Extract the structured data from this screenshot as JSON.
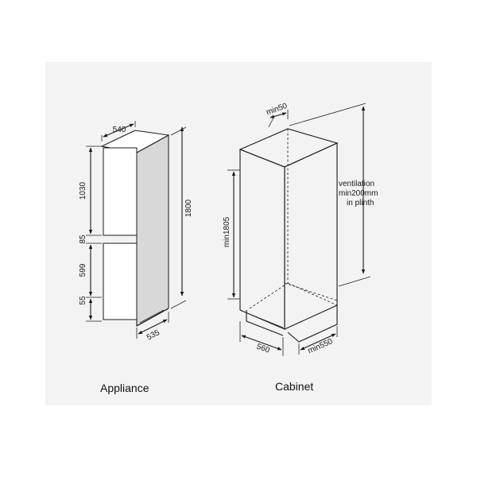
{
  "appliance": {
    "caption": "Appliance",
    "dims": {
      "width": "540",
      "total_height": "1800",
      "top_door": "1030",
      "gap": "85",
      "bottom_door": "599",
      "base": "55",
      "depth": "535"
    }
  },
  "cabinet": {
    "caption": "Cabinet",
    "dims": {
      "top_gap": "min50",
      "niche_height": "min1805",
      "width": "560",
      "depth": "min550",
      "ventilation_line1": "ventilation",
      "ventilation_line2": "min200mm",
      "ventilation_line3": "in plinth"
    }
  }
}
